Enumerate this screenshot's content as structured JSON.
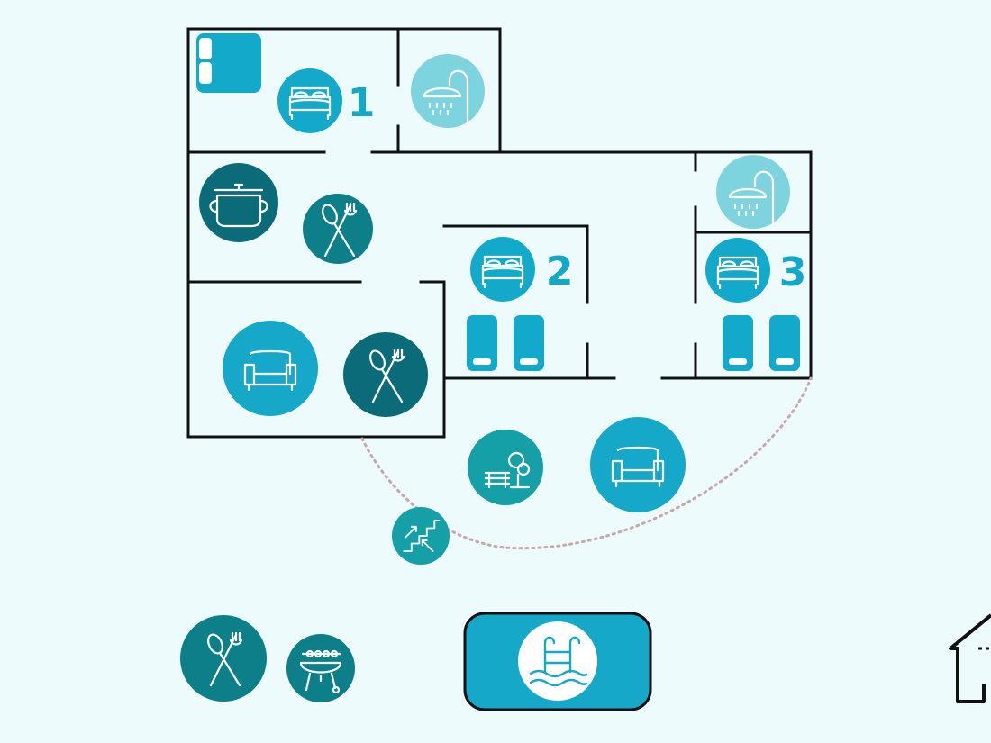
{
  "colors": {
    "background": "#eefbfd",
    "wall": "#111111",
    "bedroom": "#13a9cb",
    "bed_single": "#13a9cb",
    "shower": "#7dd3de",
    "kitchen": "#0b6b78",
    "dining": "#0d7f89",
    "living": "#15a8c8",
    "garden": "#15a0a8",
    "stairs": "#15a0a8",
    "pool": "#15a8c8",
    "path_dots": "#c7a7aa"
  },
  "rooms": {
    "bedroom_1": {
      "label": "1",
      "icon": "double-bed-icon"
    },
    "bedroom_2": {
      "label": "2",
      "icon": "double-bed-icon"
    },
    "bedroom_3": {
      "label": "3",
      "icon": "double-bed-icon"
    }
  },
  "icons": {
    "shower": "shower-icon",
    "kitchen": "cooking-pot-icon",
    "dining": "fork-spoon-icon",
    "living": "armchair-icon",
    "garden": "garden-bench-tree-icon",
    "stairs": "stairs-icon",
    "bbq": "barbecue-grill-icon",
    "pool": "pool-ladder-icon",
    "house": "house-outline-icon"
  }
}
